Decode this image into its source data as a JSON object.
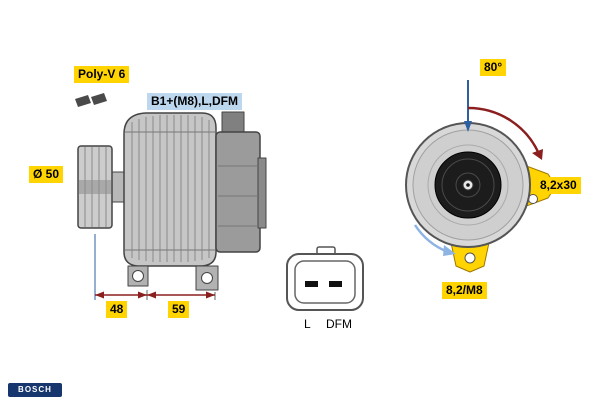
{
  "side_view": {
    "belt_type": "Poly-V 6",
    "terminals": "B1+(M8),L,DFM",
    "pulley_diameter": "Ø 50",
    "dim_pulley_to_flange": "48",
    "dim_flange_to_rear": "59"
  },
  "connector": {
    "pin_l": "L",
    "pin_dfm": "DFM"
  },
  "front_view": {
    "mounting_angle": "80°",
    "slot_size": "8,2x30",
    "hole_size": "8,2/M8"
  },
  "brand": "BOSCH",
  "colors": {
    "highlight_yellow": "#FFD400",
    "highlight_blue": "#BDD7EE",
    "dimension_red": "#8B1F1F",
    "centerline_blue": "#2E5FA3",
    "rotation_blue": "#8DB4E2",
    "body_gray": "#C6C6C6",
    "rear_gray": "#9B9B9B"
  }
}
